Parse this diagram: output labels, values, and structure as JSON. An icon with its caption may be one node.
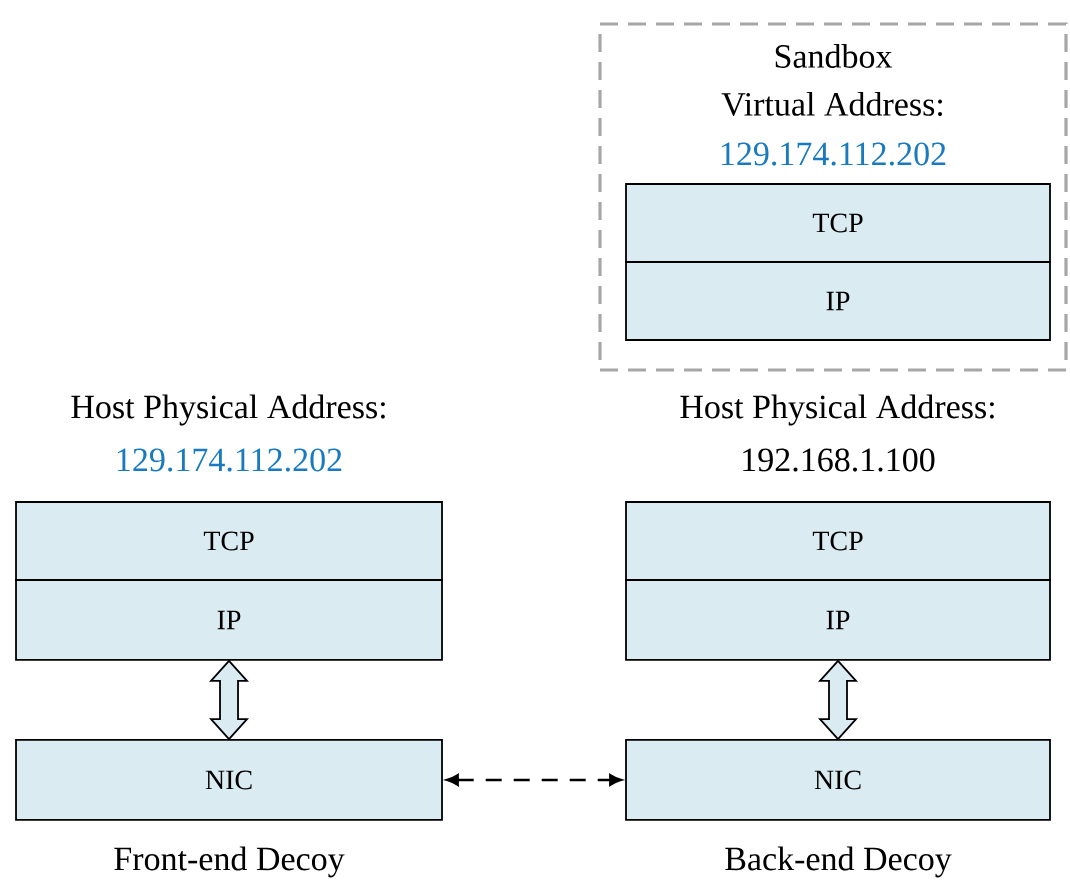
{
  "diagram": {
    "nodes": [
      {
        "text": [
          "Sandbox",
          "Virtual Address:",
          "129.174.112.202"
        ]
      },
      {
        "text": [
          "TCP"
        ],
        "in": 0
      },
      {
        "text": [
          "IP"
        ],
        "in": 0
      },
      {
        "text": [
          "TCP"
        ],
        "beside": [
          "Host Physical Address:",
          "129.174.112.202"
        ]
      },
      {
        "text": [
          "IP"
        ]
      },
      {
        "text": [
          "NIC"
        ],
        "beside": [
          "Front-end Decoy"
        ]
      },
      {
        "text": [
          "TCP"
        ],
        "beside": [
          "Host Physical Address:",
          "192.168.1.100"
        ]
      },
      {
        "text": [
          "IP"
        ]
      },
      {
        "text": [
          "NIC"
        ],
        "beside": [
          "Back-end Decoy"
        ]
      }
    ],
    "edges": [
      {
        "from": 4,
        "to": 5,
        "arrow": "both"
      },
      {
        "from": 7,
        "to": 8,
        "arrow": "both"
      },
      {
        "from": 5,
        "to": 8,
        "arrow": "both",
        "style": "dashed"
      }
    ]
  }
}
